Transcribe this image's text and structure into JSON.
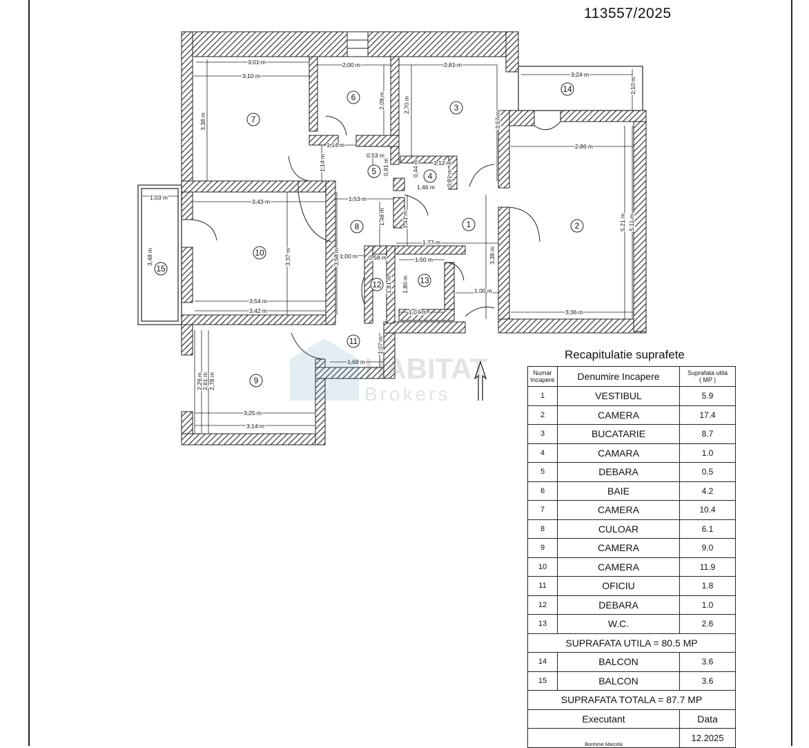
{
  "document": {
    "number": "113557/2025"
  },
  "rooms": [
    {
      "n": "1"
    },
    {
      "n": "2"
    },
    {
      "n": "3"
    },
    {
      "n": "4"
    },
    {
      "n": "5"
    },
    {
      "n": "6"
    },
    {
      "n": "7"
    },
    {
      "n": "8"
    },
    {
      "n": "9"
    },
    {
      "n": "10"
    },
    {
      "n": "11"
    },
    {
      "n": "12"
    },
    {
      "n": "13"
    },
    {
      "n": "14"
    },
    {
      "n": "15"
    }
  ],
  "dimensions": [
    "3,01 m",
    "3,10 m",
    "3,38 m",
    "2,00 m",
    "2,09 m",
    "2,81 m",
    "2,70 m",
    "3,57 m",
    "3,24 m",
    "1,10 m",
    "2,86 m",
    "5,21 m",
    "5,11 m",
    "1,14 m",
    "1,14 m",
    "0,53 m",
    "0,91 m",
    "1,12 m",
    "0,44 m",
    "0,81 m",
    "1,46 m",
    "1,03 m",
    "3,43 m",
    "1,53 m",
    "1,48 m",
    "1,41 m",
    "3,48 m",
    "3,37 m",
    "3,58 m",
    "1,77 m",
    "1,00 m",
    "0,58 m",
    "1,50 m",
    "1,81 m",
    "1,80 m",
    "3,38 m",
    "1,00 m",
    "3,54 m",
    "3,42 m",
    "1,07 m",
    "3,36 m",
    "1,07 m",
    "1,68 m",
    "2,29 m",
    "2,61 m",
    "2,78 m",
    "3,25 m",
    "3,14 m"
  ],
  "watermark": {
    "line1": "HABITAT",
    "line2": "Brokers"
  },
  "recap": {
    "title": "Recapitulatie suprafete",
    "headers": {
      "num": [
        "Numar",
        "Incapere"
      ],
      "name": "Denumire Incapere",
      "area": [
        "Suprafata utila",
        "( MP )"
      ]
    },
    "rows": [
      {
        "num": "1",
        "name": "VESTIBUL",
        "area": "5.9"
      },
      {
        "num": "2",
        "name": "CAMERA",
        "area": "17.4"
      },
      {
        "num": "3",
        "name": "BUCATARIE",
        "area": "8.7"
      },
      {
        "num": "4",
        "name": "CAMARA",
        "area": "1.0"
      },
      {
        "num": "5",
        "name": "DEBARA",
        "area": "0.5"
      },
      {
        "num": "6",
        "name": "BAIE",
        "area": "4.2"
      },
      {
        "num": "7",
        "name": "CAMERA",
        "area": "10.4"
      },
      {
        "num": "8",
        "name": "CULOAR",
        "area": "6.1"
      },
      {
        "num": "9",
        "name": "CAMERA",
        "area": "9.0"
      },
      {
        "num": "10",
        "name": "CAMERA",
        "area": "11.9"
      },
      {
        "num": "11",
        "name": "OFICIU",
        "area": "1.8"
      },
      {
        "num": "12",
        "name": "DEBARA",
        "area": "1.0"
      },
      {
        "num": "13",
        "name": "W.C.",
        "area": "2.6"
      }
    ],
    "useful_total": "SUPRAFATA UTILA = 80.5 MP",
    "balcony_rows": [
      {
        "num": "14",
        "name": "BALCON",
        "area": "3.6"
      },
      {
        "num": "15",
        "name": "BALCON",
        "area": "3.6"
      }
    ],
    "grand_total": "SUPRAFATA  TOTALA = 87.7 MP",
    "footer": {
      "executant_label": "Executant",
      "date_label": "Data",
      "date_value": "12.2025",
      "executant_name": "Bonhime Marcela"
    }
  }
}
